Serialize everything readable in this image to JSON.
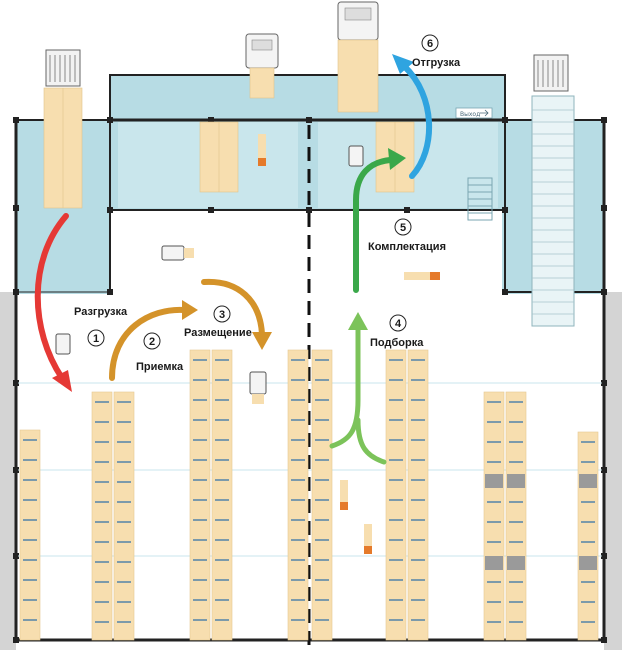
{
  "steps": [
    {
      "number": "1",
      "label": "Разгрузка",
      "color": "#e53935"
    },
    {
      "number": "2",
      "label": "Приемка",
      "color": "#d4932a"
    },
    {
      "number": "3",
      "label": "Размещение",
      "color": "#d4932a"
    },
    {
      "number": "4",
      "label": "Подборка",
      "color": "#7cc35a"
    },
    {
      "number": "5",
      "label": "Комплектация",
      "color": "#3aa84a"
    },
    {
      "number": "6",
      "label": "Отгрузка",
      "color": "#2fa4e0"
    }
  ],
  "exit_sign": "Выход",
  "colors": {
    "dock_zone": "#b7dce4",
    "pallet": "#f7deaf",
    "pallet_stripe": "#2a6ea8",
    "wall": "#222222",
    "ground_side": "#d4d4d4",
    "ground_top": "#ffffff"
  },
  "icons": [
    "truck-icon",
    "forklift-icon",
    "pallet-jack-icon",
    "stairs-icon",
    "fan-unit-icon",
    "exit-sign-icon"
  ]
}
